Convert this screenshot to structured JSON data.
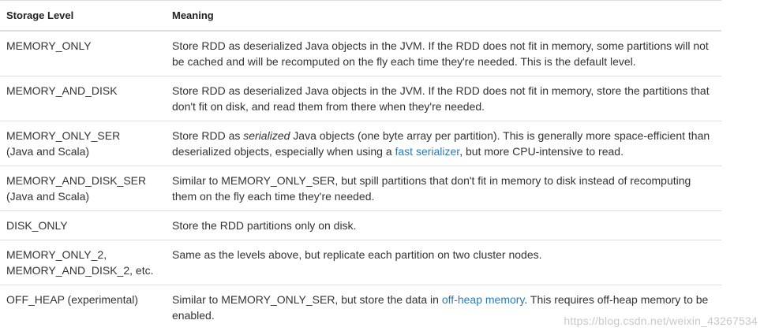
{
  "table": {
    "headers": {
      "level": "Storage Level",
      "meaning": "Meaning"
    },
    "rows": [
      {
        "level": [
          "MEMORY_ONLY"
        ],
        "meaning": [
          {
            "t": "Store RDD as deserialized Java objects in the JVM. If the RDD does not fit in memory, some partitions will not be cached and will be recomputed on the fly each time they're needed. This is the default level."
          }
        ]
      },
      {
        "level": [
          "MEMORY_AND_DISK"
        ],
        "meaning": [
          {
            "t": "Store RDD as deserialized Java objects in the JVM. If the RDD does not fit in memory, store the partitions that don't fit on disk, and read them from there when they're needed."
          }
        ]
      },
      {
        "level": [
          "MEMORY_ONLY_SER",
          "(Java and Scala)"
        ],
        "meaning": [
          {
            "t": "Store RDD as "
          },
          {
            "t": "serialized",
            "em": true
          },
          {
            "t": " Java objects (one byte array per partition). This is generally more space-efficient than deserialized objects, especially when using a "
          },
          {
            "t": "fast serializer",
            "link": true
          },
          {
            "t": ", but more CPU-intensive to read."
          }
        ]
      },
      {
        "level": [
          "MEMORY_AND_DISK_SER",
          "(Java and Scala)"
        ],
        "meaning": [
          {
            "t": "Similar to MEMORY_ONLY_SER, but spill partitions that don't fit in memory to disk instead of recomputing them on the fly each time they're needed."
          }
        ]
      },
      {
        "level": [
          "DISK_ONLY"
        ],
        "meaning": [
          {
            "t": "Store the RDD partitions only on disk."
          }
        ]
      },
      {
        "level": [
          "MEMORY_ONLY_2,",
          "MEMORY_AND_DISK_2, etc."
        ],
        "meaning": [
          {
            "t": "Same as the levels above, but replicate each partition on two cluster nodes."
          }
        ]
      },
      {
        "level": [
          "OFF_HEAP (experimental)"
        ],
        "meaning": [
          {
            "t": "Similar to MEMORY_ONLY_SER, but store the data in "
          },
          {
            "t": "off-heap memory",
            "link": true
          },
          {
            "t": ". This requires off-heap memory to be enabled."
          }
        ]
      }
    ]
  },
  "watermark": "https://blog.csdn.net/weixin_43267534",
  "colors": {
    "link": "#2a7ab8",
    "border": "#dddddd",
    "text": "#333333"
  }
}
